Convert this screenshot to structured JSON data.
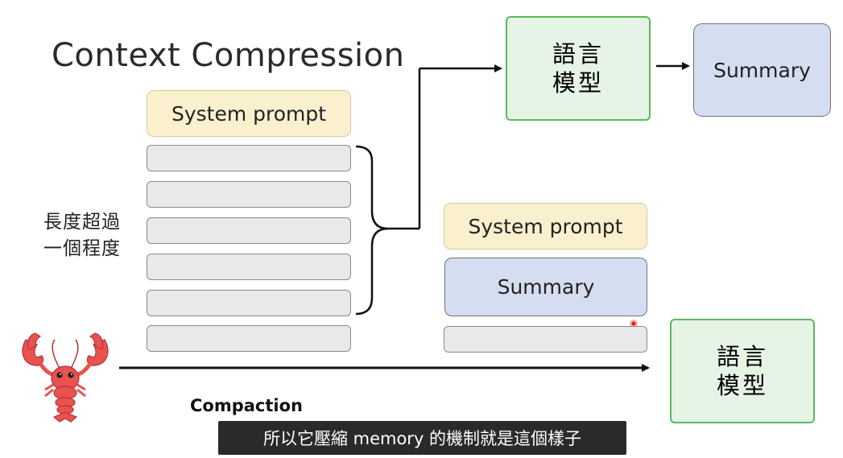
{
  "title": "Context Compression",
  "left_stack": {
    "system_prompt": "System prompt",
    "slot_count": 6
  },
  "side_label": {
    "line1": "長度超過",
    "line2": "一個程度"
  },
  "top_model": {
    "line1": "語言",
    "line2": "模型"
  },
  "top_summary": "Summary",
  "right_stack": {
    "system_prompt": "System prompt",
    "summary": "Summary"
  },
  "bottom_model": {
    "line1": "語言",
    "line2": "模型"
  },
  "bottom_label": "Compaction",
  "subtitle": "所以它壓縮 memory 的機制就是這個樣子",
  "colors": {
    "system_prompt_fill": "#fbf0ce",
    "summary_fill": "#d5ddf0",
    "model_fill": "#e6f4e6",
    "model_border": "#5cb85c",
    "lobster": "#e8524f"
  },
  "icons": [
    "lobster-icon",
    "cursor-dot-icon"
  ]
}
